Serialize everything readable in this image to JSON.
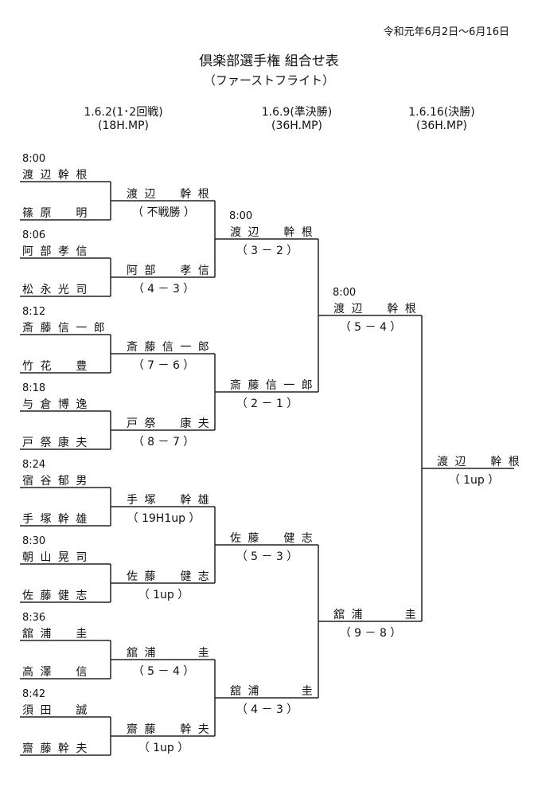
{
  "header": {
    "date": "令和元年6月2日～6月16日",
    "title": "倶楽部選手権 組合せ表",
    "subtitle": "（ファーストフライト）"
  },
  "rounds": [
    {
      "date": "1.6.2(1･2回戦)",
      "format": "(18H.MP)"
    },
    {
      "date": "1.6.9(準決勝)",
      "format": "(36H.MP)"
    },
    {
      "date": "1.6.16(決勝)",
      "format": "(36H.MP)"
    }
  ],
  "round1": [
    {
      "time": "8:00",
      "a": "渡 辺 幹 根",
      "b": "篠 原 　 明"
    },
    {
      "time": "8:06",
      "a": "阿 部 孝 信",
      "b": "松 永 光 司"
    },
    {
      "time": "8:12",
      "a": "斎 藤 信 一 郎",
      "b": "竹 花 　 豊"
    },
    {
      "time": "8:18",
      "a": "与 倉 博 逸",
      "b": "戸 祭 康 夫"
    },
    {
      "time": "8:24",
      "a": "宿 谷 郁 男",
      "b": "手 塚 幹 雄"
    },
    {
      "time": "8:30",
      "a": "朝 山 晃 司",
      "b": "佐 藤 健 志"
    },
    {
      "time": "8:36",
      "a": "舘 浦 　 圭",
      "b": "高 澤 　 信"
    },
    {
      "time": "8:42",
      "a": "須 田 　 誠",
      "b": "齋 藤 幹 夫"
    }
  ],
  "round2": [
    {
      "winner": "渡 辺 　 幹 根",
      "score": "（ 不戦勝 ）"
    },
    {
      "winner": "阿 部 　 孝 信",
      "score": "（ 4 － 3 ）"
    },
    {
      "winner": "斎 藤 信 一 郎",
      "score": "（ 7 － 6 ）"
    },
    {
      "winner": "戸 祭 　 康 夫",
      "score": "（ 8 － 7 ）"
    },
    {
      "winner": "手 塚 　 幹 雄",
      "score": "（ 19H1up ）"
    },
    {
      "winner": "佐 藤 　 健 志",
      "score": "（ 1up ）"
    },
    {
      "winner": "舘 浦 　 　 圭",
      "score": "（ 5 － 4 ）"
    },
    {
      "winner": "齋 藤 　 幹 夫",
      "score": "（ 1up ）"
    }
  ],
  "round3": [
    {
      "time": "8:00",
      "winner": "渡 辺 　 幹 根",
      "score": "（ 3 － 2 ）"
    },
    {
      "time": "",
      "winner": "斎 藤 信 一 郎",
      "score": "（ 2 － 1 ）"
    },
    {
      "time": "",
      "winner": "佐 藤 　 健 志",
      "score": "（ 5 － 3 ）"
    },
    {
      "time": "",
      "winner": "舘 浦 　 　 圭",
      "score": "（ 4 － 3 ）"
    }
  ],
  "semifinal": [
    {
      "time": "8:00",
      "winner": "渡 辺 　 幹 根",
      "score": "（ 5 － 4 ）"
    },
    {
      "time": "",
      "winner": "舘 浦 　 　 圭",
      "score": "（ 9 － 8 ）"
    }
  ],
  "final": {
    "winner": "渡 辺 　 幹 根",
    "score": "（ 1up ）"
  }
}
